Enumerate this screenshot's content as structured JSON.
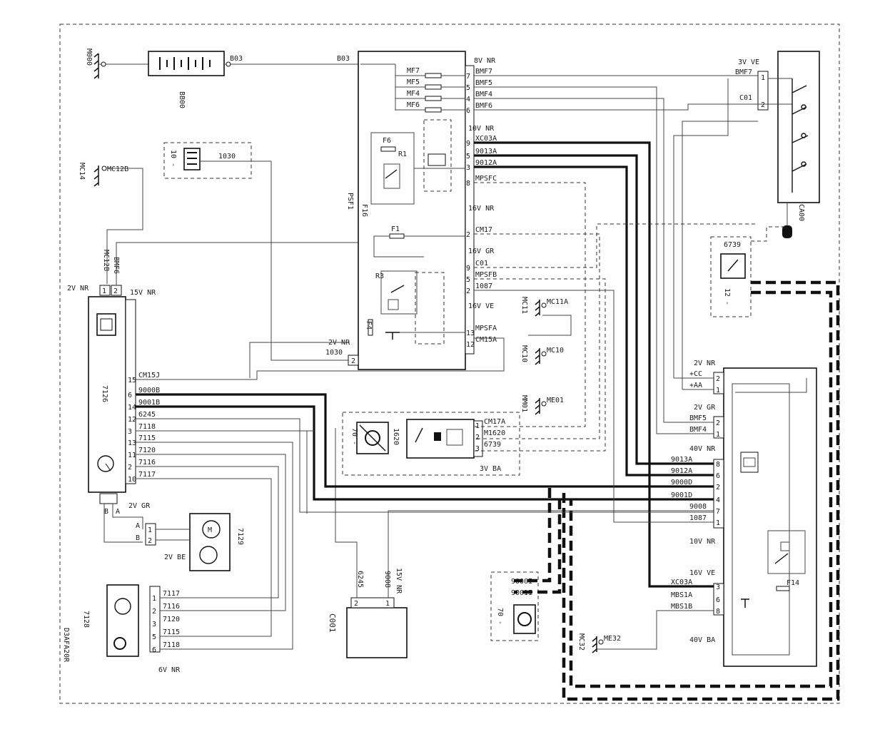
{
  "diagram": {
    "code": "D3AFA20R",
    "battery": {
      "id": "BB00",
      "ground": "M000",
      "wire": "B03"
    },
    "fusebox": {
      "id": "PSF1",
      "in_wire": "B03",
      "labels_top": [
        "8V NR",
        "10V NR",
        "16V NR",
        "16V GR",
        "16V VE",
        "2V NR"
      ],
      "fuses": [
        "MF7",
        "MF5",
        "MF4",
        "MF6"
      ],
      "relays": [
        "R1",
        "R3",
        "F6",
        "F1",
        "F4",
        "F16"
      ],
      "wires_right": [
        "BMF7",
        "BMF5",
        "BMF4",
        "BMF6",
        "XC03A",
        "9013A",
        "9012A",
        "MPSFC",
        "CM17",
        "C01",
        "MPSFB",
        "1087",
        "MPSFA",
        "CM15A"
      ],
      "pins_right": [
        "7",
        "5",
        "4",
        "6",
        "9",
        "5",
        "3",
        "8",
        "2",
        "9",
        "5",
        "2",
        "13",
        "12"
      ],
      "bottom_wire": "1030",
      "bottom_pin": "2"
    },
    "switch": {
      "id": "CA00",
      "label": "3V VE",
      "wires": [
        "BMF7",
        "C01"
      ],
      "pins": [
        "1",
        "2"
      ]
    },
    "dashed_10": {
      "id": "10 -",
      "wire": "1030"
    },
    "grounds": [
      "MC14",
      "MC12B",
      "MC11",
      "MC11A",
      "MC10",
      "MC10",
      "MM01",
      "ME01",
      "MC32",
      "ME32"
    ],
    "ecu": {
      "id": "7126",
      "top_label": "2V NR",
      "top_wires": [
        "MC12B",
        "BMF6"
      ],
      "top_pins": [
        "1",
        "2"
      ],
      "conn_label": "15V NR",
      "wires": [
        "CM15J",
        "9000B",
        "9001B",
        "6245",
        "7118",
        "7115",
        "7120",
        "7116",
        "7117"
      ],
      "pins": [
        "15",
        "6",
        "14",
        "12",
        "3",
        "13",
        "11",
        "2",
        "10"
      ],
      "bottom_label": "2V GR",
      "bottom_pins": [
        "2",
        "1"
      ],
      "bottom_wires": [
        "B",
        "A"
      ]
    },
    "motor": {
      "id": "7129",
      "label": "2V BE",
      "wires": [
        "A",
        "B"
      ],
      "pins": [
        "1",
        "2"
      ]
    },
    "panel": {
      "id": "7128",
      "label": "6V NR",
      "wires": [
        "7117",
        "7116",
        "7120",
        "7115",
        "7118"
      ],
      "pins": [
        "1",
        "2",
        "3",
        "5",
        "6"
      ]
    },
    "c001": {
      "id": "C001",
      "label": "15V NR",
      "wires": [
        "6245",
        "9008"
      ],
      "pins": [
        "2",
        "1"
      ]
    },
    "sensor": {
      "id": "1620",
      "dashed_id": "70 -",
      "label": "3V BA",
      "wires": [
        "CM17A",
        "M1620",
        "6739"
      ],
      "pins": [
        "1",
        "2",
        "3"
      ]
    },
    "sensor2": {
      "id": "6739",
      "dashed_id": "12 -"
    },
    "dashed_70": {
      "id": "70 -",
      "wires": [
        "9000I",
        "9001I"
      ]
    },
    "bsi": {
      "top_label": "2V NR",
      "top_wires": [
        "+CC",
        "+AA"
      ],
      "top_pins": [
        "2",
        "1"
      ],
      "grp1_label": "2V GR",
      "grp1_wires": [
        "BMF5",
        "BMF4"
      ],
      "grp1_pins": [
        "2",
        "1"
      ],
      "grp2_label": "40V NR",
      "grp2_wires": [
        "9013A",
        "9012A",
        "9000D",
        "9001D",
        "9008",
        "1087"
      ],
      "grp2_pins": [
        "8",
        "6",
        "2",
        "4",
        "7",
        "1"
      ],
      "grp3_label": "10V NR",
      "grp4_label": "16V VE",
      "grp4_wires": [
        "XC03A",
        "MBS1A",
        "MBS1B"
      ],
      "grp4_pins": [
        "3",
        "6",
        "8"
      ],
      "fuse": "F14",
      "grp5_label": "40V BA"
    }
  }
}
